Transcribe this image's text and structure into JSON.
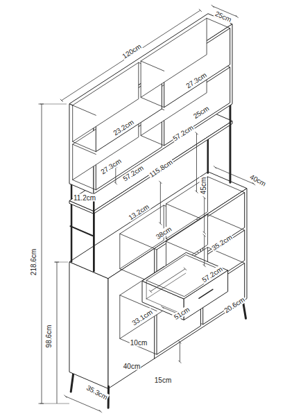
{
  "diagram": {
    "labels": [
      "25cm",
      "120cm",
      "27.3cm",
      "23.2cm",
      "25cm",
      "57.2cm",
      "27.3cm",
      "57.2cm",
      "115.8cm",
      "45cm",
      "40cm",
      "11.2cm",
      "218.6cm",
      "13.2cm",
      "38cm",
      "35.2cm",
      "57.2cm",
      "98.6cm",
      "33.1cm",
      "51cm",
      "20.6cm",
      "10cm",
      "40cm",
      "15cm",
      "35.3cm"
    ]
  }
}
